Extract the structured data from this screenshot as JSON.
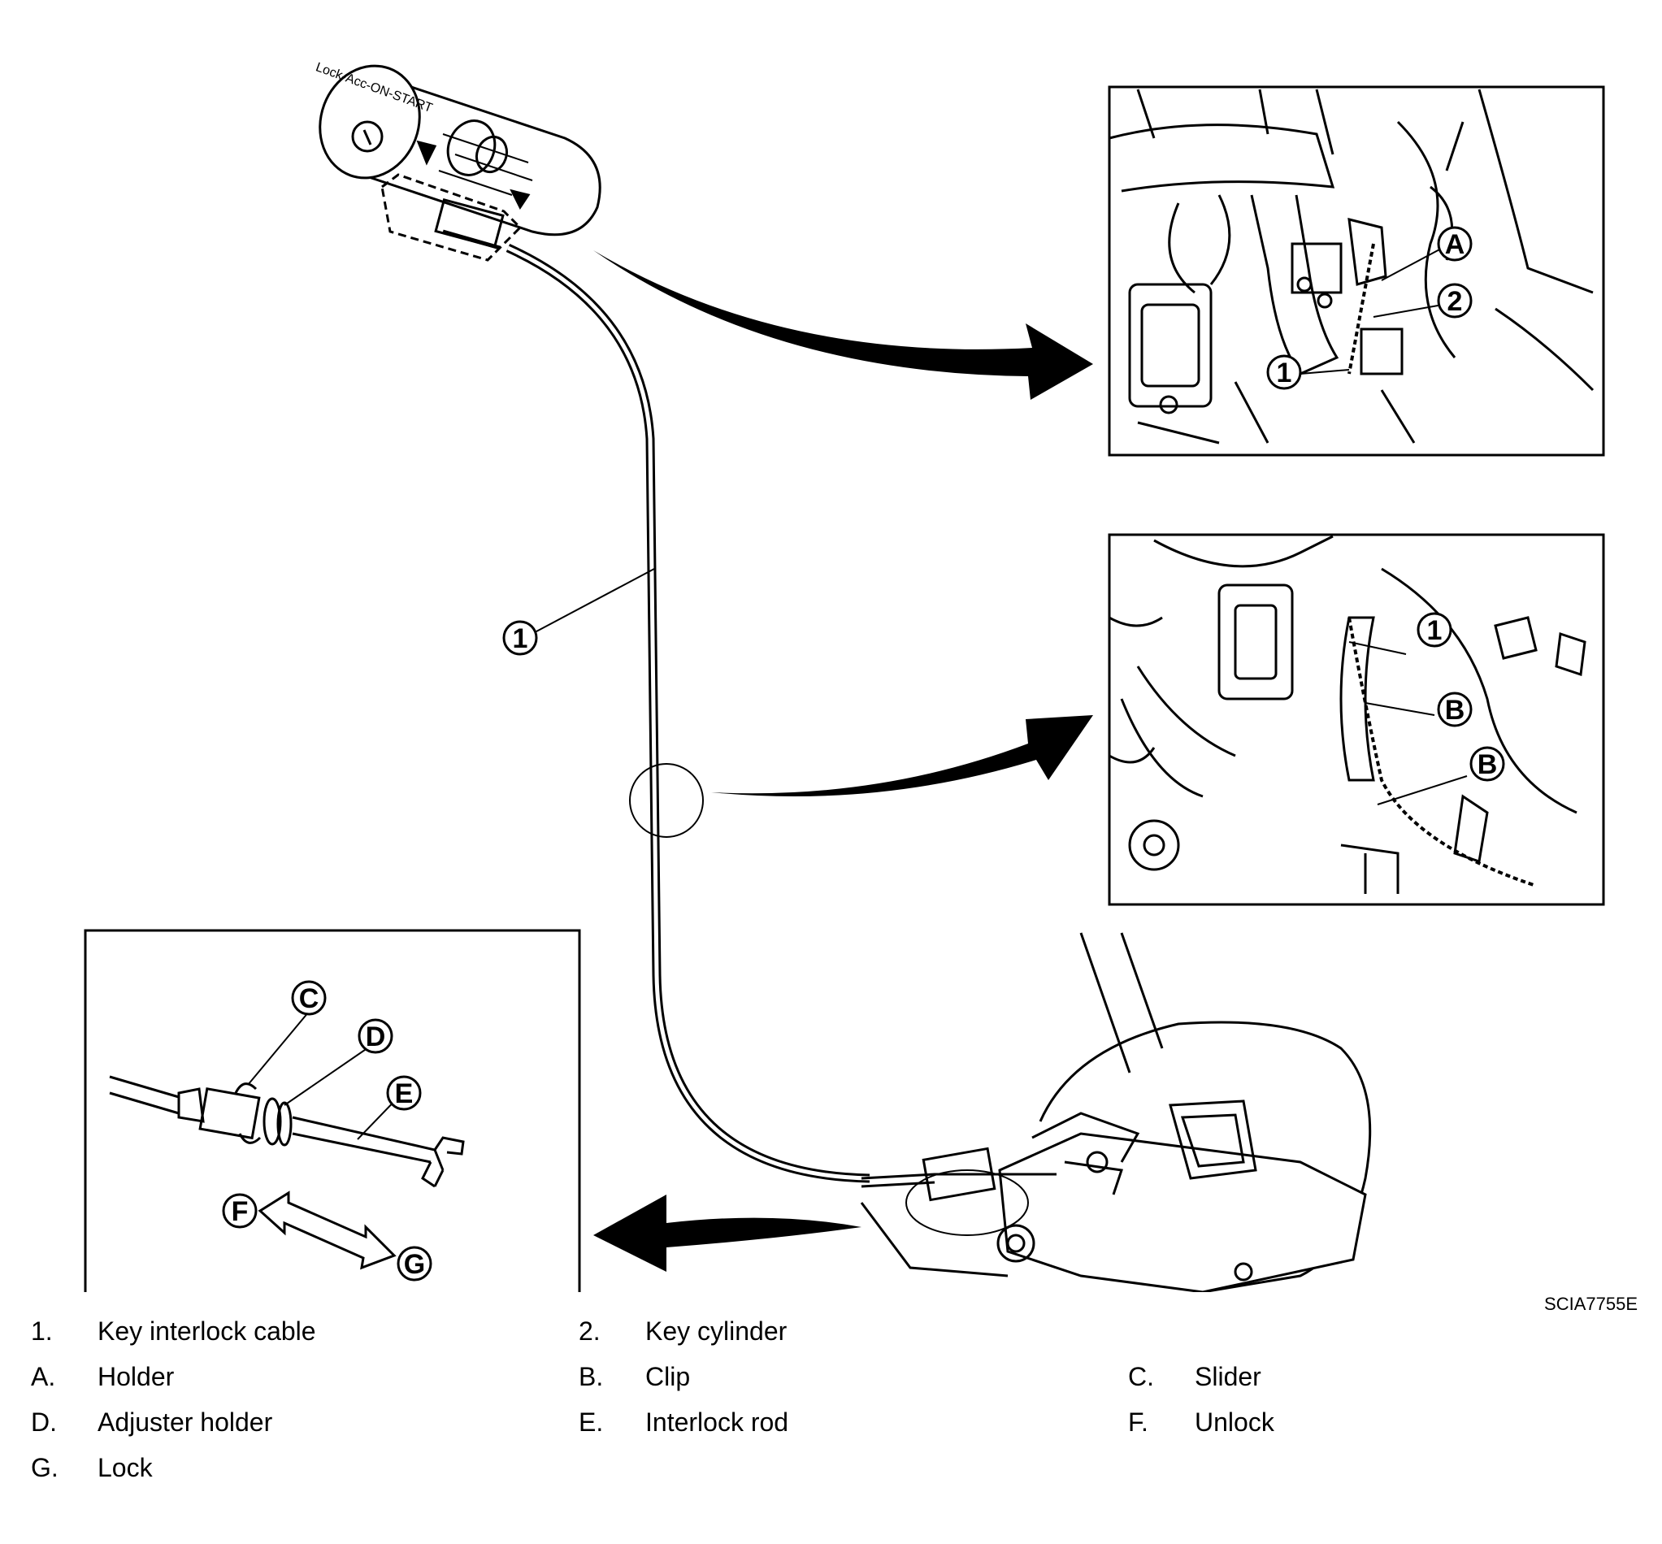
{
  "figure_code": "SCIA7755E",
  "ignition_label": "Lock-Acc-ON-START",
  "callouts": {
    "cable": "1",
    "key_cylinder": "2",
    "holder": "A",
    "clip": "B",
    "slider": "C",
    "adjuster_holder": "D",
    "interlock_rod": "E",
    "unlock": "F",
    "lock": "G"
  },
  "legend": [
    {
      "key": "1.",
      "label": "Key interlock cable"
    },
    {
      "key": "2.",
      "label": "Key cylinder"
    },
    {
      "key": "A.",
      "label": "Holder"
    },
    {
      "key": "B.",
      "label": "Clip"
    },
    {
      "key": "C.",
      "label": "Slider"
    },
    {
      "key": "D.",
      "label": "Adjuster holder"
    },
    {
      "key": "E.",
      "label": "Interlock rod"
    },
    {
      "key": "F.",
      "label": "Unlock"
    },
    {
      "key": "G.",
      "label": "Lock"
    }
  ]
}
